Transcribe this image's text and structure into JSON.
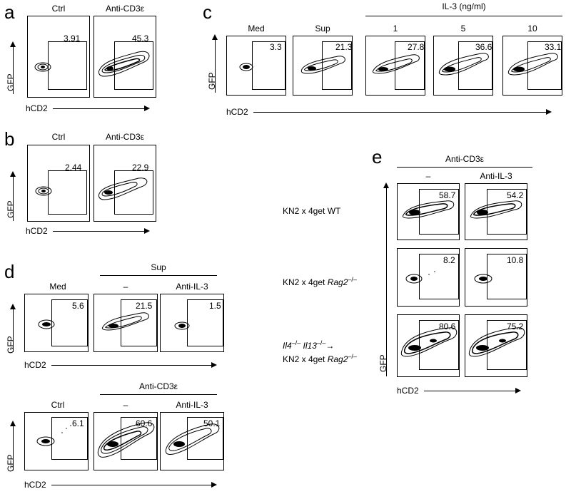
{
  "axes": {
    "x": "hCD2",
    "y": "GFP"
  },
  "a": {
    "label": "a",
    "cols": [
      "Ctrl",
      "Anti-CD3ε"
    ],
    "values": [
      "3.91",
      "45.3"
    ]
  },
  "b": {
    "label": "b",
    "cols": [
      "Ctrl",
      "Anti-CD3ε"
    ],
    "values": [
      "2.44",
      "22.9"
    ]
  },
  "c": {
    "label": "c",
    "group": "IL-3 (ng/ml)",
    "cols": [
      "Med",
      "Sup",
      "1",
      "5",
      "10"
    ],
    "values": [
      "3.3",
      "21.3",
      "27.8",
      "36.6",
      "33.1"
    ]
  },
  "d": {
    "label": "d",
    "top": {
      "group": "Sup",
      "cols": [
        "Med",
        "–",
        "Anti-IL-3"
      ],
      "values": [
        "5.6",
        "21.5",
        "1.5"
      ]
    },
    "bottom": {
      "group": "Anti-CD3ε",
      "cols": [
        "Ctrl",
        "–",
        "Anti-IL-3"
      ],
      "values": [
        "6.1",
        "60.6",
        "50.1"
      ]
    }
  },
  "e": {
    "label": "e",
    "group": "Anti-CD3ε",
    "cols": [
      "–",
      "Anti-IL-3"
    ],
    "rows": [
      {
        "line1": "KN2 x 4get WT",
        "line2": "",
        "values": [
          "58.7",
          "54.2"
        ]
      },
      {
        "line1": "KN2 x 4get ",
        "italic": "Rag2",
        "sup": "–/–",
        "values": [
          "8.2",
          "10.8"
        ]
      },
      {
        "pre_a": "Il4",
        "pre_a_sup": "–/–",
        "pre_b": "Il13",
        "pre_b_sup": "–/–",
        "line1": "KN2 x 4get ",
        "italic": "Rag2",
        "sup": "–/–",
        "values": [
          "80.6",
          "75.2"
        ]
      }
    ]
  }
}
